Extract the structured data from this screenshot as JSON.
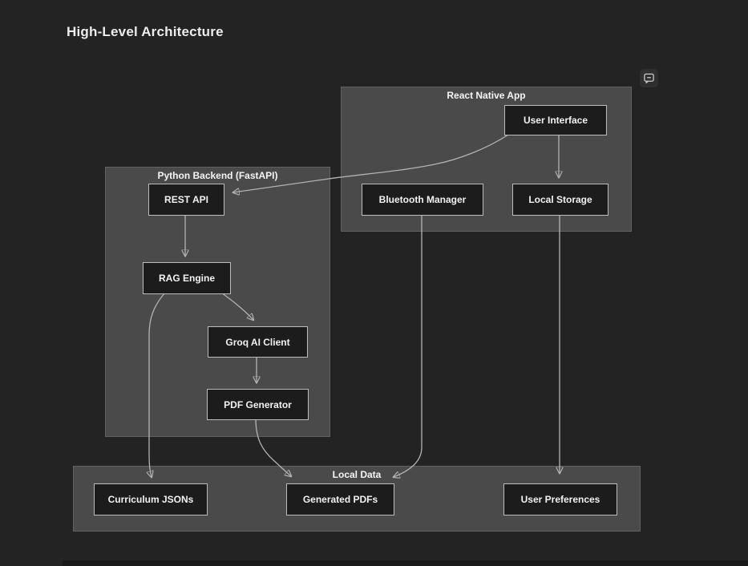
{
  "page": {
    "title": "High-Level Architecture"
  },
  "toolbar": {
    "comment_button": "comment-icon"
  },
  "colors": {
    "background": "#232323",
    "cluster_fill": "#4a4a4a",
    "cluster_border": "#616161",
    "node_fill": "#1c1c1c",
    "node_border": "#bdbdbd",
    "edge": "#b3b3b3",
    "text": "#f2f2f2"
  },
  "diagram": {
    "type": "flowchart",
    "clusters": {
      "react_native_app": {
        "label": "React Native App"
      },
      "python_backend": {
        "label": "Python Backend (FastAPI)"
      },
      "local_data": {
        "label": "Local Data"
      }
    },
    "nodes": {
      "user_interface": {
        "label": "User Interface",
        "cluster": "React Native App"
      },
      "bluetooth_manager": {
        "label": "Bluetooth Manager",
        "cluster": "React Native App"
      },
      "local_storage": {
        "label": "Local Storage",
        "cluster": "React Native App"
      },
      "rest_api": {
        "label": "REST API",
        "cluster": "Python Backend (FastAPI)"
      },
      "rag_engine": {
        "label": "RAG Engine",
        "cluster": "Python Backend (FastAPI)"
      },
      "groq_ai_client": {
        "label": "Groq AI Client",
        "cluster": "Python Backend (FastAPI)"
      },
      "pdf_generator": {
        "label": "PDF Generator",
        "cluster": "Python Backend (FastAPI)"
      },
      "curriculum_jsons": {
        "label": "Curriculum JSONs",
        "cluster": "Local Data"
      },
      "generated_pdfs": {
        "label": "Generated PDFs",
        "cluster": "Local Data"
      },
      "user_preferences": {
        "label": "User Preferences",
        "cluster": "Local Data"
      }
    },
    "edges": [
      {
        "from": "User Interface",
        "to": "REST API"
      },
      {
        "from": "User Interface",
        "to": "Local Storage"
      },
      {
        "from": "REST API",
        "to": "RAG Engine"
      },
      {
        "from": "RAG Engine",
        "to": "Groq AI Client"
      },
      {
        "from": "RAG Engine",
        "to": "Curriculum JSONs"
      },
      {
        "from": "Groq AI Client",
        "to": "PDF Generator"
      },
      {
        "from": "PDF Generator",
        "to": "Generated PDFs"
      },
      {
        "from": "Bluetooth Manager",
        "to": "Generated PDFs"
      },
      {
        "from": "Local Storage",
        "to": "User Preferences"
      }
    ]
  }
}
